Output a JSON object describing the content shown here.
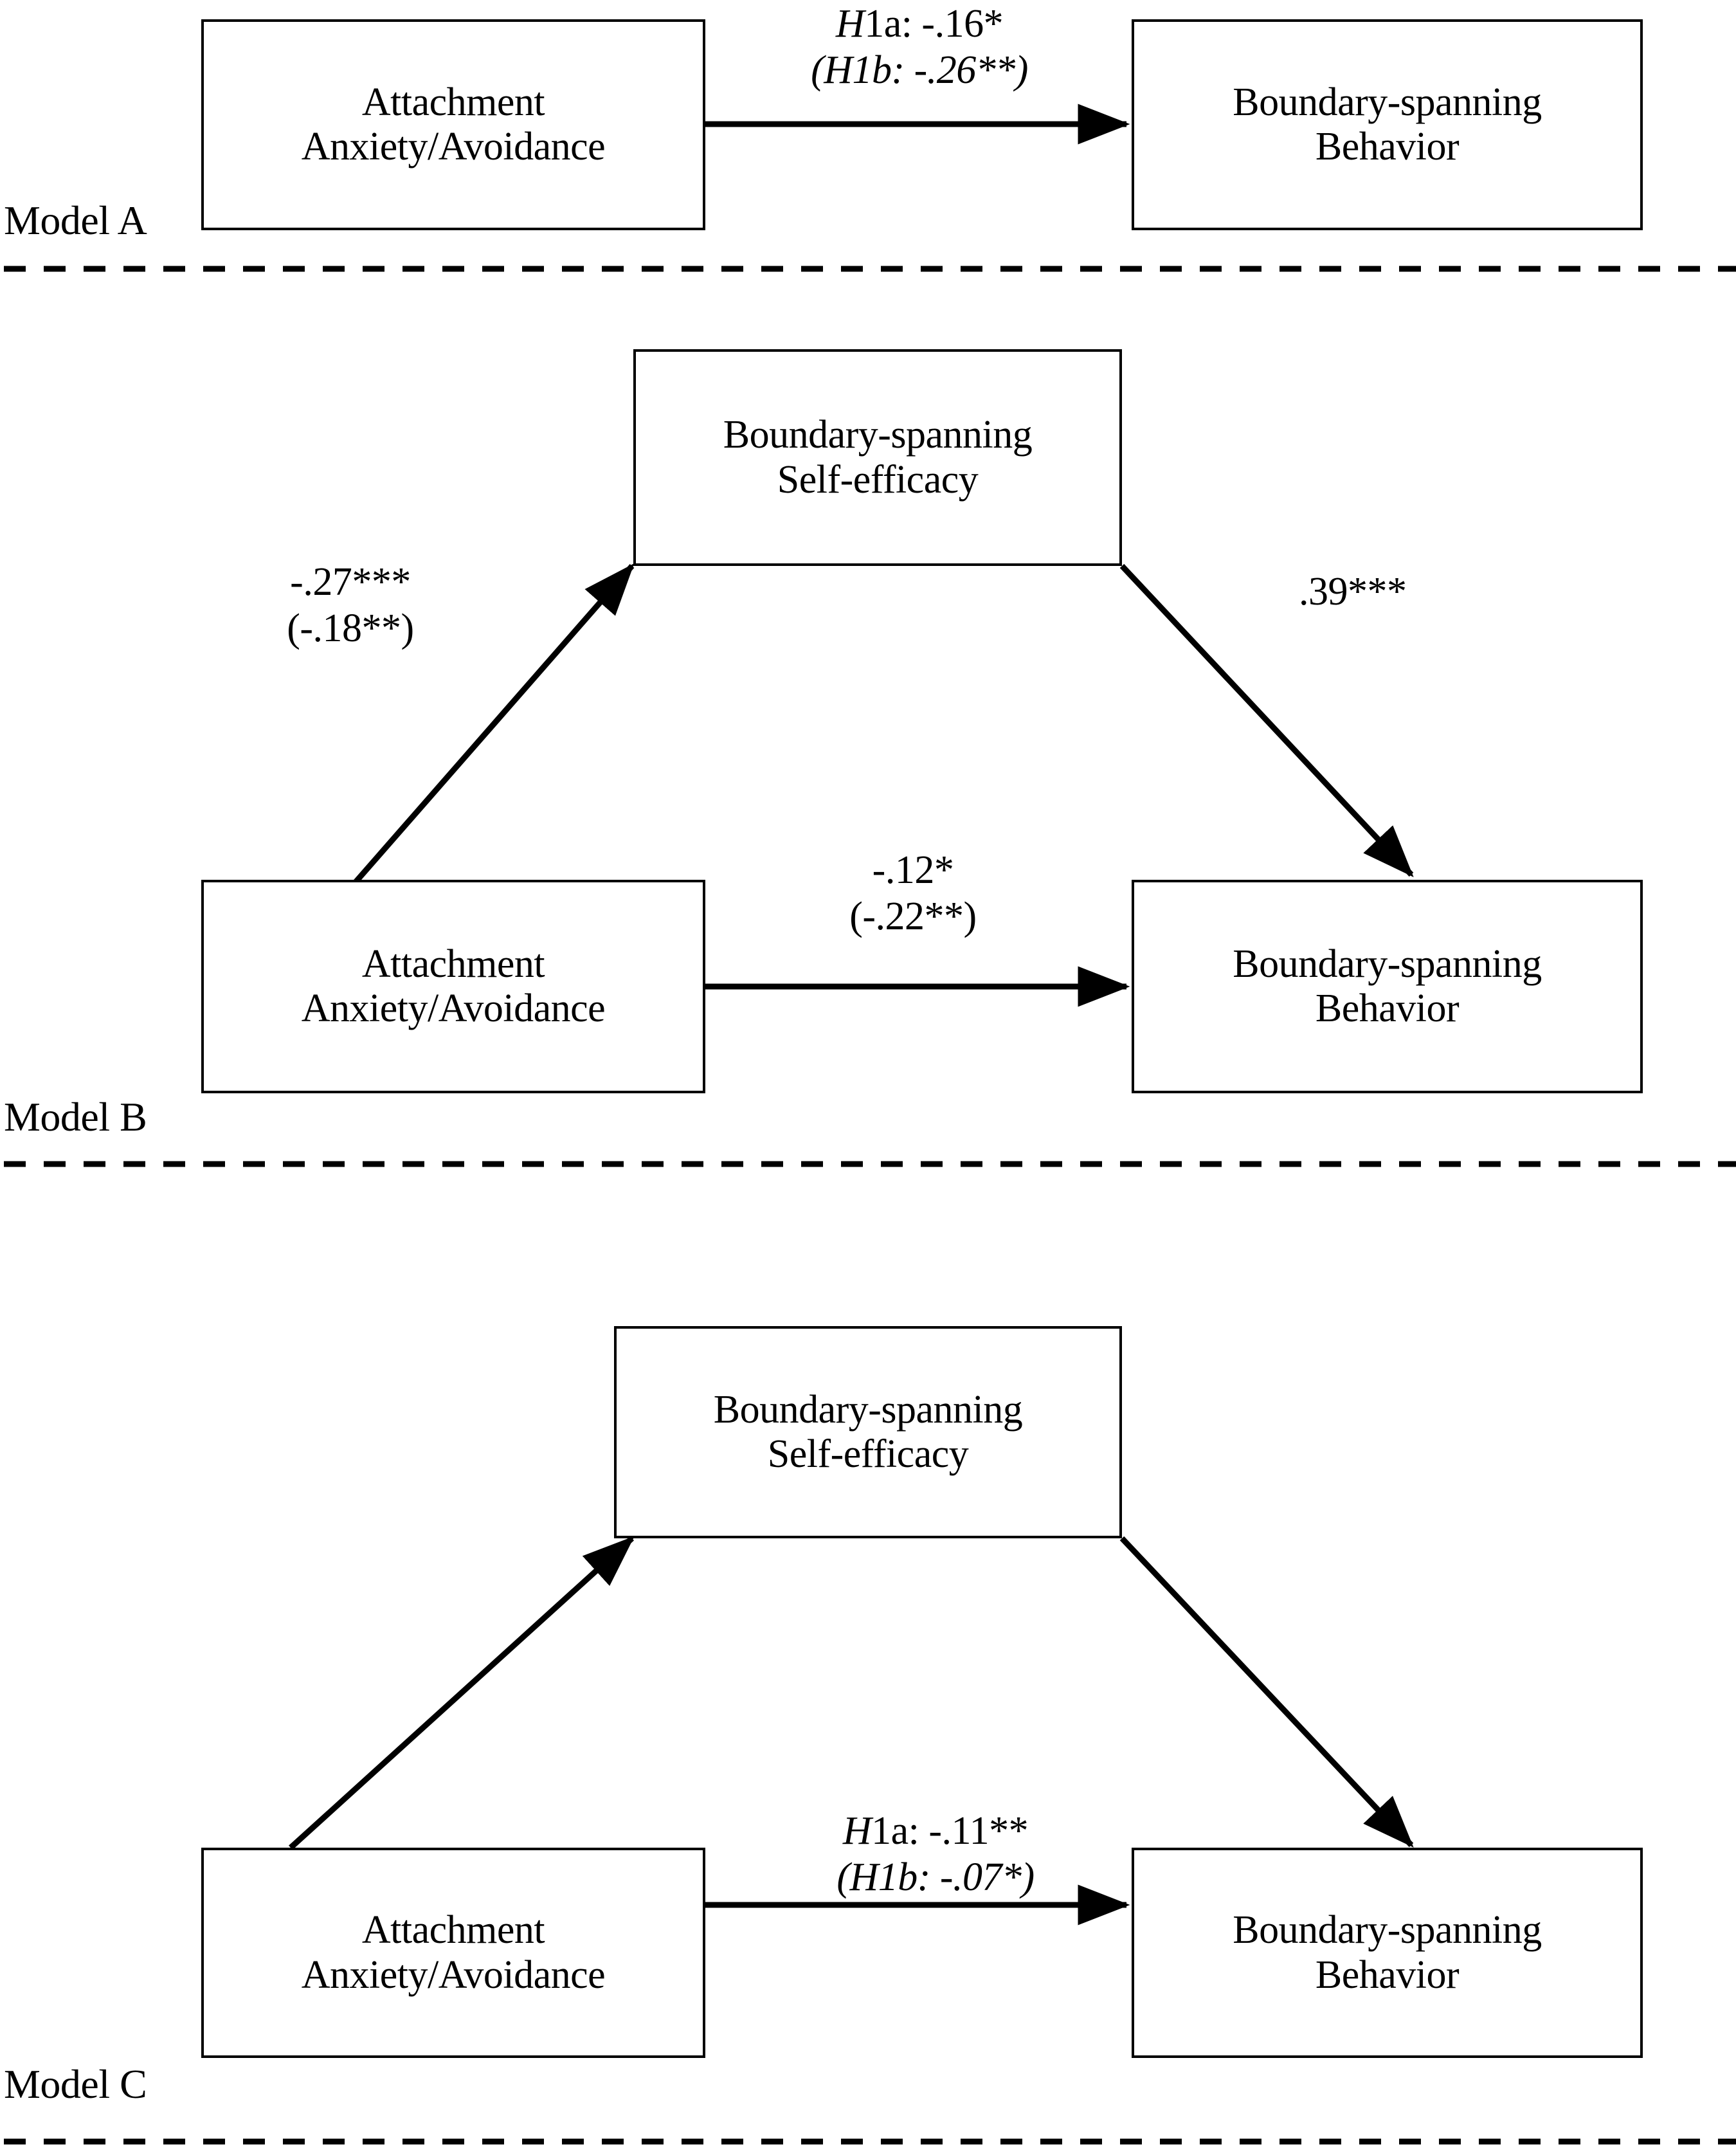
{
  "figure": {
    "type": "path-diagram",
    "background_color": "#ffffff",
    "line_color": "#000000",
    "panels": [
      {
        "id": "model-a",
        "label": "Model A",
        "nodes": [
          {
            "id": "a-predictor",
            "lines": [
              "Attachment",
              "Anxiety/Avoidance"
            ]
          },
          {
            "id": "a-outcome",
            "lines": [
              "Boundary-spanning",
              "Behavior"
            ]
          }
        ],
        "paths": [
          {
            "id": "a-direct",
            "from": "a-predictor",
            "to": "a-outcome",
            "shape": "straight-horizontal",
            "label_lines": [
              {
                "italic_prefix": "H",
                "rest": "1a: -.16*"
              },
              {
                "italic_prefix": "(H",
                "rest": "1b: -.26**)"
              }
            ],
            "label_plain": [
              "H1a: -.16*",
              "(H1b: -.26**)"
            ],
            "coefficients": [
              -0.16,
              -0.26
            ]
          }
        ]
      },
      {
        "id": "model-b",
        "label": "Model B",
        "nodes": [
          {
            "id": "b-mediator",
            "lines": [
              "Boundary-spanning",
              "Self-efficacy"
            ]
          },
          {
            "id": "b-predictor",
            "lines": [
              "Attachment",
              "Anxiety/Avoidance"
            ]
          },
          {
            "id": "b-outcome",
            "lines": [
              "Boundary-spanning",
              "Behavior"
            ]
          }
        ],
        "paths": [
          {
            "id": "b-a-path",
            "from": "b-predictor",
            "to": "b-mediator",
            "shape": "diagonal-up-right",
            "label_lines": [
              {
                "italic_prefix": "",
                "rest": "-.27***"
              },
              {
                "italic_prefix": "",
                "rest": "(-.18**)"
              }
            ],
            "label_plain": [
              "-.27***",
              "(-.18**)"
            ],
            "coefficients": [
              -0.27,
              -0.18
            ]
          },
          {
            "id": "b-b-path",
            "from": "b-mediator",
            "to": "b-outcome",
            "shape": "diagonal-down-right",
            "label_lines": [
              {
                "italic_prefix": "",
                "rest": ".39***"
              }
            ],
            "label_plain": [
              ".39***"
            ],
            "coefficients": [
              0.39
            ]
          },
          {
            "id": "b-direct",
            "from": "b-predictor",
            "to": "b-outcome",
            "shape": "straight-horizontal",
            "label_lines": [
              {
                "italic_prefix": "",
                "rest": "-.12*"
              },
              {
                "italic_prefix": "",
                "rest": "(-.22**)"
              }
            ],
            "label_plain": [
              "-.12*",
              "(-.22**)"
            ],
            "coefficients": [
              -0.12,
              -0.22
            ]
          }
        ]
      },
      {
        "id": "model-c",
        "label": "Model C",
        "nodes": [
          {
            "id": "c-mediator",
            "lines": [
              "Boundary-spanning",
              "Self-efficacy"
            ]
          },
          {
            "id": "c-predictor",
            "lines": [
              "Attachment",
              "Anxiety/Avoidance"
            ]
          },
          {
            "id": "c-outcome",
            "lines": [
              "Boundary-spanning",
              "Behavior"
            ]
          }
        ],
        "paths": [
          {
            "id": "c-a-path",
            "from": "c-predictor",
            "to": "c-mediator",
            "shape": "diagonal-up-right",
            "label_lines": [],
            "label_plain": [],
            "coefficients": []
          },
          {
            "id": "c-b-path",
            "from": "c-mediator",
            "to": "c-outcome",
            "shape": "diagonal-down-right",
            "label_lines": [],
            "label_plain": [],
            "coefficients": []
          },
          {
            "id": "c-direct",
            "from": "c-predictor",
            "to": "c-outcome",
            "shape": "straight-horizontal",
            "label_lines": [
              {
                "italic_prefix": "H",
                "rest": "1a: -.11**"
              },
              {
                "italic_prefix": "(H",
                "rest": "1b: -.07*)"
              }
            ],
            "label_plain": [
              "H1a: -.11**",
              "(H1b: -.07*)"
            ],
            "coefficients": [
              -0.11,
              -0.07
            ]
          }
        ]
      }
    ]
  },
  "model_a": {
    "label": "Model A",
    "predictor_line1": "Attachment",
    "predictor_line2": "Anxiety/Avoidance",
    "outcome_line1": "Boundary-spanning",
    "outcome_line2": "Behavior",
    "direct_label_line1_italic": "H",
    "direct_label_line1_rest": "1a: -.16*",
    "direct_label_line2_italic": "(H",
    "direct_label_line2_rest": "1b: -.26**)"
  },
  "model_b": {
    "label": "Model B",
    "mediator_line1": "Boundary-spanning",
    "mediator_line2": "Self-efficacy",
    "predictor_line1": "Attachment",
    "predictor_line2": "Anxiety/Avoidance",
    "outcome_line1": "Boundary-spanning",
    "outcome_line2": "Behavior",
    "a_path_line1": "-.27***",
    "a_path_line2": "(-.18**)",
    "b_path_line1": ".39***",
    "direct_label_line1": "-.12*",
    "direct_label_line2": "(-.22**)"
  },
  "model_c": {
    "label": "Model C",
    "mediator_line1": "Boundary-spanning",
    "mediator_line2": "Self-efficacy",
    "predictor_line1": "Attachment",
    "predictor_line2": "Anxiety/Avoidance",
    "outcome_line1": "Boundary-spanning",
    "outcome_line2": "Behavior",
    "direct_label_line1_italic": "H",
    "direct_label_line1_rest": "1a: -.11**",
    "direct_label_line2_italic": "(H",
    "direct_label_line2_rest": "1b: -.07*)"
  }
}
